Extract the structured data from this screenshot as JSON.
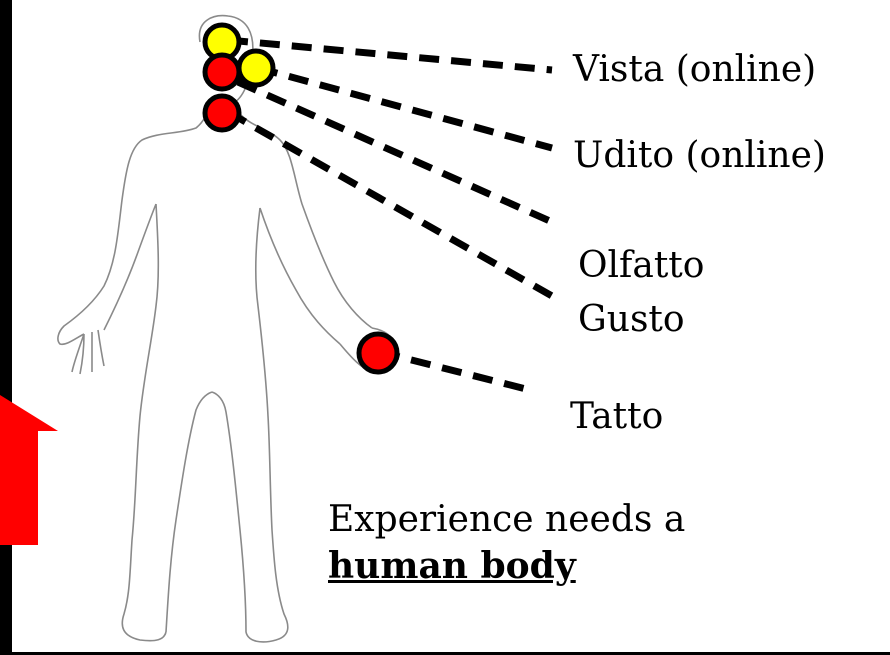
{
  "labels": {
    "vista": "Vista (online)",
    "udito": "Udito (online)",
    "olfatto": "Olfatto",
    "gusto": "Gusto",
    "tatto": "Tatto"
  },
  "caption": {
    "line1": "Experience needs a",
    "emphasis": "human body"
  },
  "colors": {
    "background": "#000000",
    "slide": "#ffffff",
    "online_sense": "#ffff00",
    "offline_sense": "#ff0000",
    "arrow": "#ff0000"
  },
  "icons": {
    "figure": "human-body-outline",
    "arrow": "up-arrow"
  }
}
